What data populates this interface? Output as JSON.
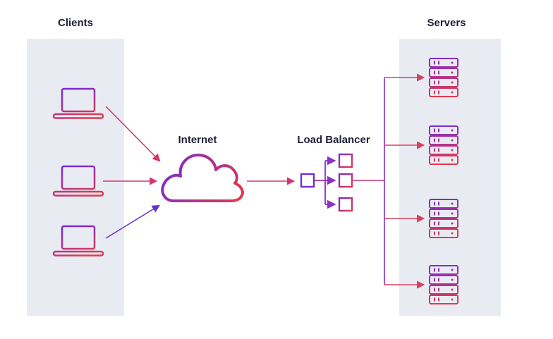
{
  "labels": {
    "clients": "Clients",
    "internet": "Internet",
    "load_balancer": "Load Balancer",
    "servers": "Servers"
  },
  "counts": {
    "client_laptops": 3,
    "servers": 4,
    "load_balancer_outputs": 3
  },
  "colors": {
    "purple": "#7a2bce",
    "violet": "#8b2fc9",
    "indigo": "#6a30d8",
    "blue_purple": "#6633cc",
    "magenta": "#b5338a",
    "pink": "#d6366f",
    "crimson": "#cf3660",
    "red_pink": "#d9405e",
    "red": "#e03a4e",
    "panel_background": "#e9ebf3",
    "label_text": "#20203a"
  }
}
